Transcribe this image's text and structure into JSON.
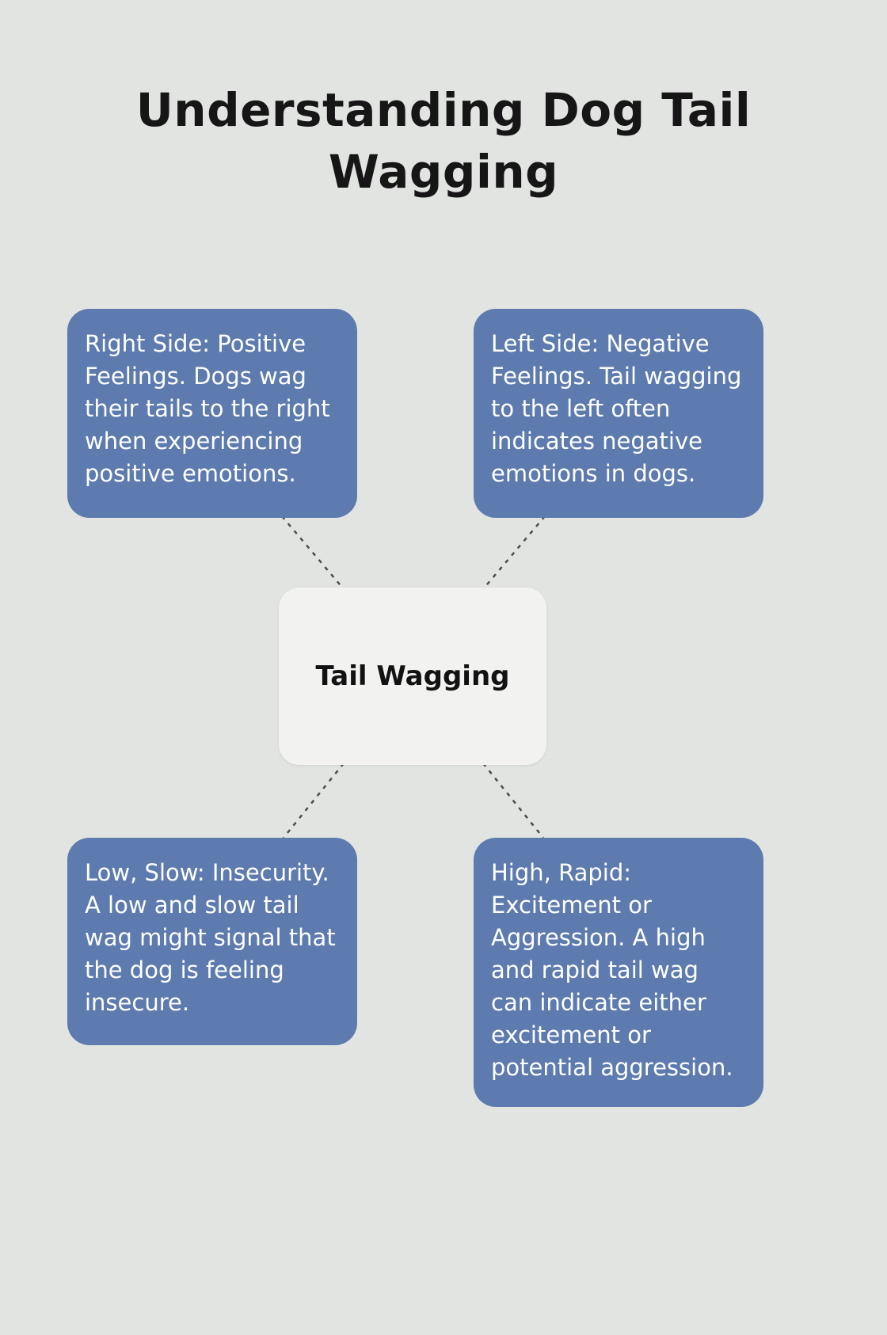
{
  "title": "Understanding Dog Tail Wagging",
  "center": {
    "label": "Tail Wagging"
  },
  "nodes": [
    {
      "id": "right-side-positive",
      "text": "Right Side: Positive Feelings. Dogs wag their tails to the right when experiencing positive emotions."
    },
    {
      "id": "left-side-negative",
      "text": "Left Side: Negative Feelings. Tail wagging to the left often indicates negative emotions in dogs."
    },
    {
      "id": "low-slow-insecurity",
      "text": "Low, Slow: Insecurity. A low and slow tail wag might signal that the dog is feeling insecure."
    },
    {
      "id": "high-rapid-excitement-aggression",
      "text": "High, Rapid: Excitement or Aggression. A high and rapid tail wag can indicate either excitement or potential aggression."
    }
  ],
  "colors": {
    "background": "#e1e4e1",
    "node_fill": "#5d7bae",
    "node_text": "#ffffff",
    "center_fill": "#f2f3f1",
    "title_text": "#161616",
    "connector": "#4d4d4d"
  }
}
